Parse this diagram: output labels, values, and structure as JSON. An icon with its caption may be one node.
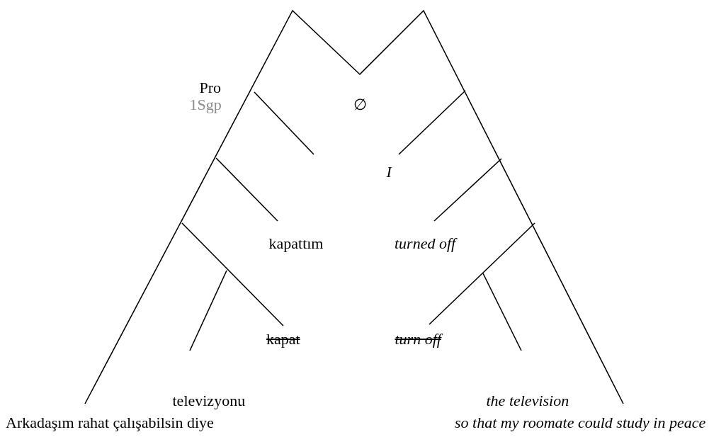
{
  "diagram": {
    "labels": [
      "Pro",
      "1Sgp",
      "∅",
      "I",
      "kapattım",
      "turned off",
      "kapat",
      "turn off",
      "televizyonu",
      "the television",
      "Arkadaşım rahat çalışabilsin diye",
      "so that my roomate could study in peace"
    ]
  }
}
